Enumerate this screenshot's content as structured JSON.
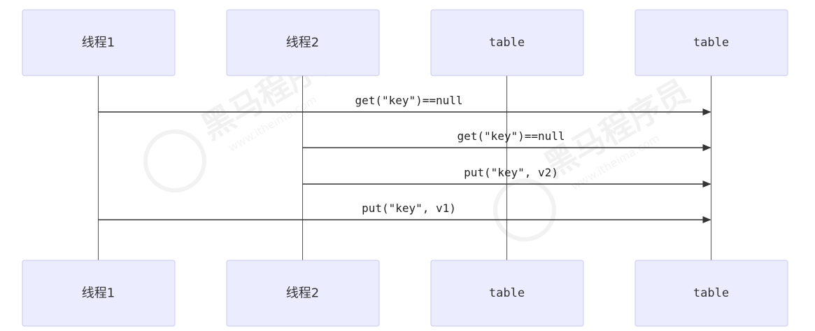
{
  "diagram": {
    "type": "sequence",
    "participants": [
      {
        "id": "p1",
        "label": "线程1"
      },
      {
        "id": "p2",
        "label": "线程2"
      },
      {
        "id": "p3",
        "label": "table"
      },
      {
        "id": "p4",
        "label": "table"
      }
    ],
    "messages": [
      {
        "from": "p1",
        "to": "p4",
        "label": "get(\"key\")==null"
      },
      {
        "from": "p2",
        "to": "p4",
        "label": "get(\"key\")==null"
      },
      {
        "from": "p2",
        "to": "p4",
        "label": "put(\"key\", v2)"
      },
      {
        "from": "p1",
        "to": "p4",
        "label": "put(\"key\", v1)"
      }
    ]
  },
  "watermark": {
    "brand": "黑马程序员",
    "site": "www.itheima.com"
  },
  "colors": {
    "actor_fill": "#ececff",
    "actor_border": "#c8c8f0",
    "line": "#333333"
  }
}
